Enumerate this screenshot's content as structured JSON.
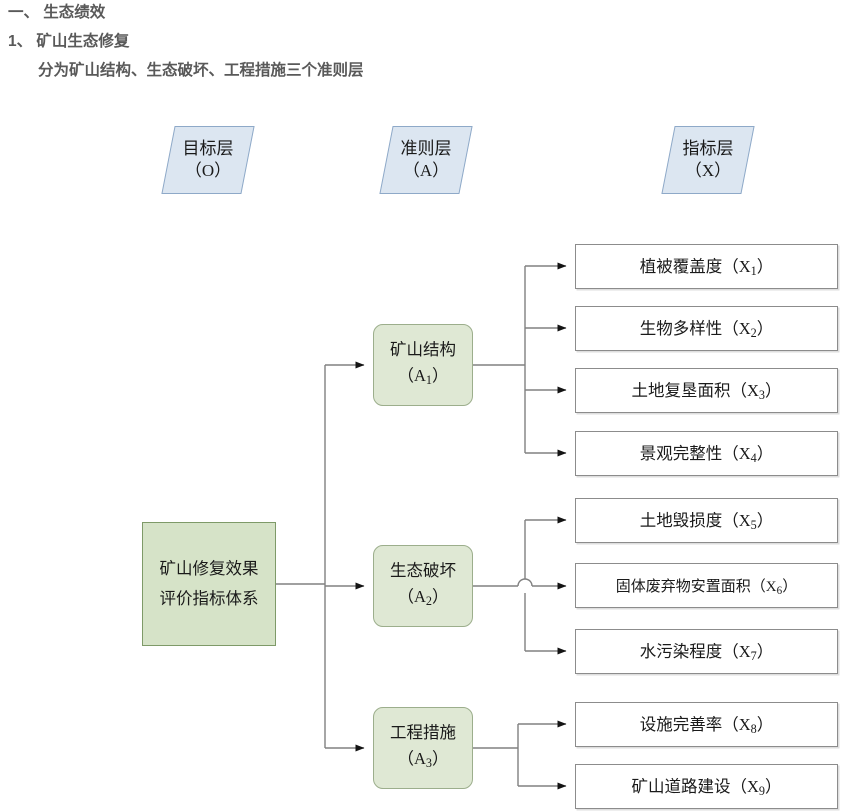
{
  "heading": {
    "line1": "一、 生态绩效",
    "line2": "1、 矿山生态修复",
    "line3": "分为矿山结构、生态破坏、工程措施三个准则层"
  },
  "layer_banners": [
    {
      "id": "goal",
      "title": "目标层",
      "code": "（O）"
    },
    {
      "id": "criteria",
      "title": "准则层",
      "code": "（A）"
    },
    {
      "id": "indicator",
      "title": "指标层",
      "code": "（X）"
    }
  ],
  "goal_node": {
    "label": "矿山修复效果评价指标体系"
  },
  "criteria_nodes": [
    {
      "id": "A1",
      "label": "矿山结构",
      "code_prefix": "（A",
      "code_sub": "1",
      "code_suffix": "）"
    },
    {
      "id": "A2",
      "label": "生态破坏",
      "code_prefix": "（A",
      "code_sub": "2",
      "code_suffix": "）"
    },
    {
      "id": "A3",
      "label": "工程措施",
      "code_prefix": "（A",
      "code_sub": "3",
      "code_suffix": "）"
    }
  ],
  "indicator_nodes": [
    {
      "id": "X1",
      "label": "植被覆盖度（X",
      "sub": "1",
      "tail": "）",
      "parent": "A1"
    },
    {
      "id": "X2",
      "label": "生物多样性（X",
      "sub": "2",
      "tail": "）",
      "parent": "A1"
    },
    {
      "id": "X3",
      "label": "土地复垦面积（X",
      "sub": "3",
      "tail": "）",
      "parent": "A1"
    },
    {
      "id": "X4",
      "label": "景观完整性（X",
      "sub": "4",
      "tail": "）",
      "parent": "A1"
    },
    {
      "id": "X5",
      "label": "土地毁损度（X",
      "sub": "5",
      "tail": "）",
      "parent": "A2"
    },
    {
      "id": "X6",
      "label": "固体废弃物安置面积（X",
      "sub": "6",
      "tail": "）",
      "parent": "A2"
    },
    {
      "id": "X7",
      "label": "水污染程度（X",
      "sub": "7",
      "tail": "）",
      "parent": "A2"
    },
    {
      "id": "X8",
      "label": "设施完善率（X",
      "sub": "8",
      "tail": "）",
      "parent": "A3"
    },
    {
      "id": "X9",
      "label": "矿山道路建设（X",
      "sub": "9",
      "tail": "）",
      "parent": "A3"
    }
  ],
  "colors": {
    "banner_fill": "#dce6f1",
    "banner_border": "#8ea9c8",
    "goal_fill": "#d6e3c8",
    "goal_border": "#7e9a68",
    "criteria_fill": "#dfe8d4",
    "criteria_border": "#9cae8c",
    "indicator_fill": "#ffffff",
    "indicator_border": "#8c8c8c",
    "connector": "#808080",
    "heading_text": "#595959",
    "body_text": "#1a1a1a"
  }
}
